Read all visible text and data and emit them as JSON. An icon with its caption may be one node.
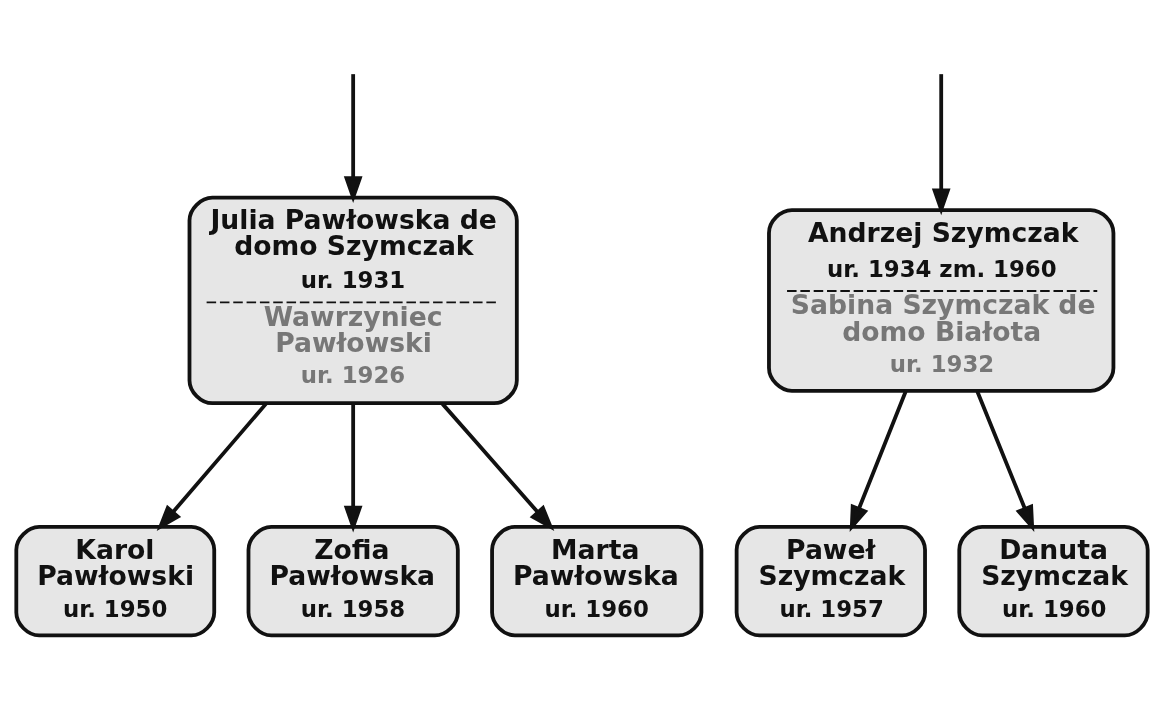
{
  "diagram": {
    "nodes": [
      {
        "text": [
          "Julia Pawłowska de domo Szymczak",
          "ur. 1931",
          "Wawrzyniec Pawłowski",
          "ur. 1926"
        ]
      },
      {
        "text": [
          "Andrzej Szymczak",
          "ur. 1934 zm. 1960",
          "Sabina Szymczak de domo Białota",
          "ur. 1932"
        ]
      },
      {
        "text": [
          "Karol Pawłowski",
          "ur. 1950"
        ]
      },
      {
        "text": [
          "Zofia Pawłowska",
          "ur. 1958"
        ]
      },
      {
        "text": [
          "Marta Pawłowska",
          "ur. 1960"
        ]
      },
      {
        "text": [
          "Paweł Szymczak",
          "ur. 1957"
        ]
      },
      {
        "text": [
          "Danuta Szymczak",
          "ur. 1960"
        ]
      }
    ],
    "edges": [
      {
        "from": null,
        "to": 0,
        "arrow": "to"
      },
      {
        "from": null,
        "to": 1,
        "arrow": "to"
      },
      {
        "from": 0,
        "to": 2,
        "arrow": "to"
      },
      {
        "from": 0,
        "to": 3,
        "arrow": "to"
      },
      {
        "from": 0,
        "to": 4,
        "arrow": "to"
      },
      {
        "from": 1,
        "to": 5,
        "arrow": "to"
      },
      {
        "from": 1,
        "to": 6,
        "arrow": "to"
      }
    ]
  }
}
